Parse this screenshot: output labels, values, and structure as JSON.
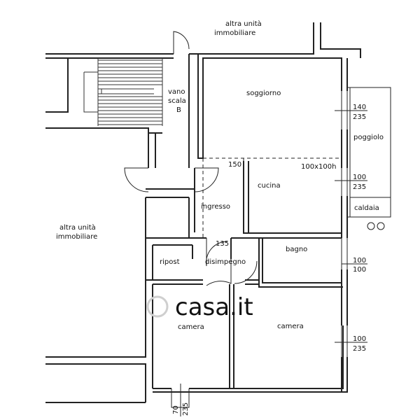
{
  "labels": {
    "other_unit_top": [
      "altra  unità",
      "immobiliare"
    ],
    "other_unit_left": [
      "altra  unità",
      "immobiliare"
    ],
    "stair": [
      "vano",
      "scala",
      "B"
    ],
    "soggiorno": "soggiorno",
    "cucina": "cucina",
    "ingresso": "ingresso",
    "disimpegno": "disimpegno",
    "ripost": "ripost",
    "bagno": "bagno",
    "camera_left": "camera",
    "camera_right": "camera",
    "poggiolo": "poggiolo",
    "caldaia": "caldaia",
    "opening_150": "150",
    "opening_135": "135",
    "hood": "100x100h"
  },
  "windows": [
    {
      "w": "140",
      "h": "235"
    },
    {
      "w": "100",
      "h": "235"
    },
    {
      "w": "100",
      "h": "100"
    },
    {
      "w": "100",
      "h": "235"
    },
    {
      "w": "70",
      "h": "235"
    }
  ],
  "watermark": "casa.it"
}
